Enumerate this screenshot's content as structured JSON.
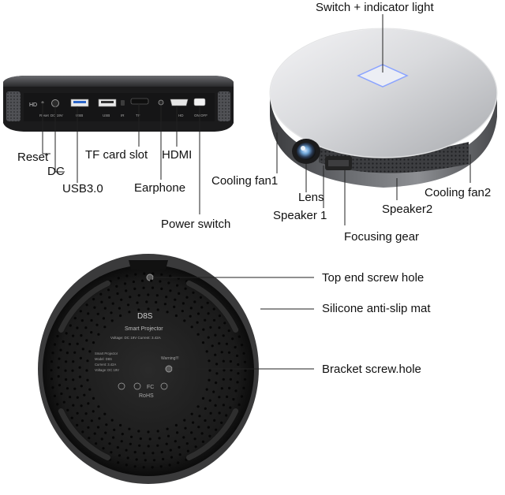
{
  "labels": {
    "switch_indicator": "Switch + indicator light",
    "reset": "Reset",
    "dc": "DC",
    "usb30": "USB3.0",
    "tf_card_slot": "TF card slot",
    "hdmi": "HDMI",
    "earphone": "Earphone",
    "power_switch": "Power switch",
    "cooling_fan1": "Cooling fan1",
    "lens": "Lens",
    "speaker1": "Speaker 1",
    "speaker2": "Speaker2",
    "cooling_fan2": "Cooling fan2",
    "focusing_gear": "Focusing gear",
    "top_end_screw_hole": "Top end screw hole",
    "silicone_mat": "Silicone anti-slip mat",
    "bracket_screw_hole": "Bracket screw.hole"
  },
  "rear_panel_markings": {
    "hd": "HD",
    "reset": "Reset",
    "dc": "DC 19V",
    "usb_a": "USB",
    "usb_b": "USB",
    "ir": "IR",
    "tf": "TF",
    "hdmi": "HD",
    "on_off": "ON OFF"
  },
  "bottom_label": {
    "model": "D8S",
    "name": "Smart  Projector",
    "voltage_current": "Voltage: DC 19V   Current: 3.42A",
    "left_block": [
      "Smart Projector",
      "Model: D8S",
      "Current: 3.42A",
      "Voltage: DC 19V"
    ],
    "warning": "Warning!!!",
    "rohs": "RoHS"
  }
}
